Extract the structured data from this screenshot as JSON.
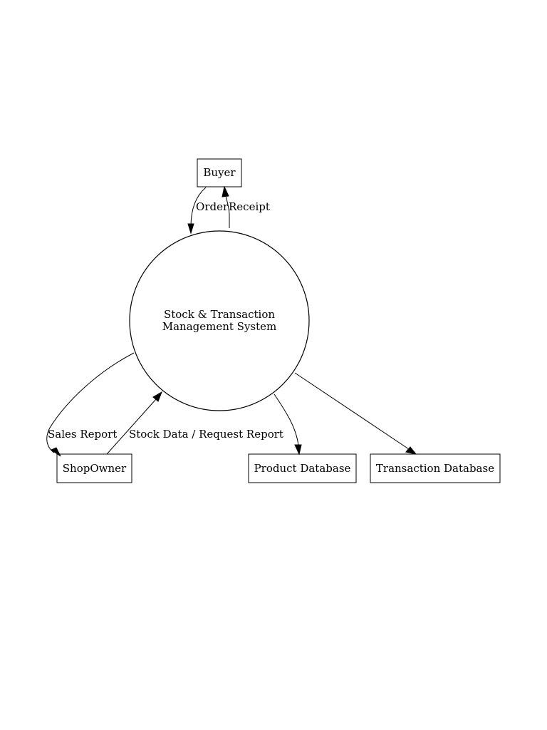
{
  "diagram": {
    "process": {
      "line1": "Stock & Transaction",
      "line2": "Management System"
    },
    "entities": {
      "buyer": "Buyer",
      "shop_owner": "ShopOwner",
      "product_db": "Product Database",
      "transaction_db": "Transaction Database"
    },
    "flows": {
      "order": "Order",
      "receipt": "Receipt",
      "sales_report": "Sales Report",
      "stock_data_request": "Stock Data / Request Report"
    },
    "colors": {
      "stroke": "#000000",
      "background": "#ffffff"
    }
  }
}
